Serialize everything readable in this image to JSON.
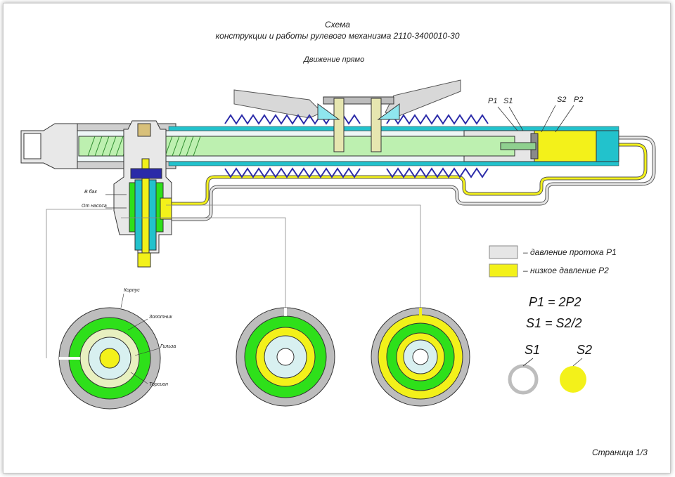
{
  "title": {
    "line1": "Схема",
    "line2": "конструкции и работы рулевого механизма 2110-3400010-30",
    "mode": "Движение прямо"
  },
  "callouts": {
    "p1": "P1",
    "s1": "S1",
    "s2": "S2",
    "p2": "P2",
    "to_tank": "В бак",
    "from_pump": "От насоса"
  },
  "valve_parts": {
    "body": "Корпус",
    "spool": "Золотник",
    "sleeve": "Гильза",
    "torsion": "Торсион"
  },
  "legend": [
    {
      "text": "–  давление протока P1",
      "color": "#e6e6e6"
    },
    {
      "text": "– низкое давление P2",
      "color": "#f3f11a"
    }
  ],
  "formulas": {
    "f1": "P1 = 2P2",
    "f2": "S1 = S2/2"
  },
  "areas": {
    "s1": "S1",
    "s2": "S2"
  },
  "page_label": "Страница 1/3",
  "colors": {
    "green": "#2ee01a",
    "yellow": "#f3f11a",
    "cyan": "#22c2cc",
    "blue": "#2a2aa8",
    "gray": "#bdbdbd",
    "light_gray": "#e6e6e6"
  }
}
